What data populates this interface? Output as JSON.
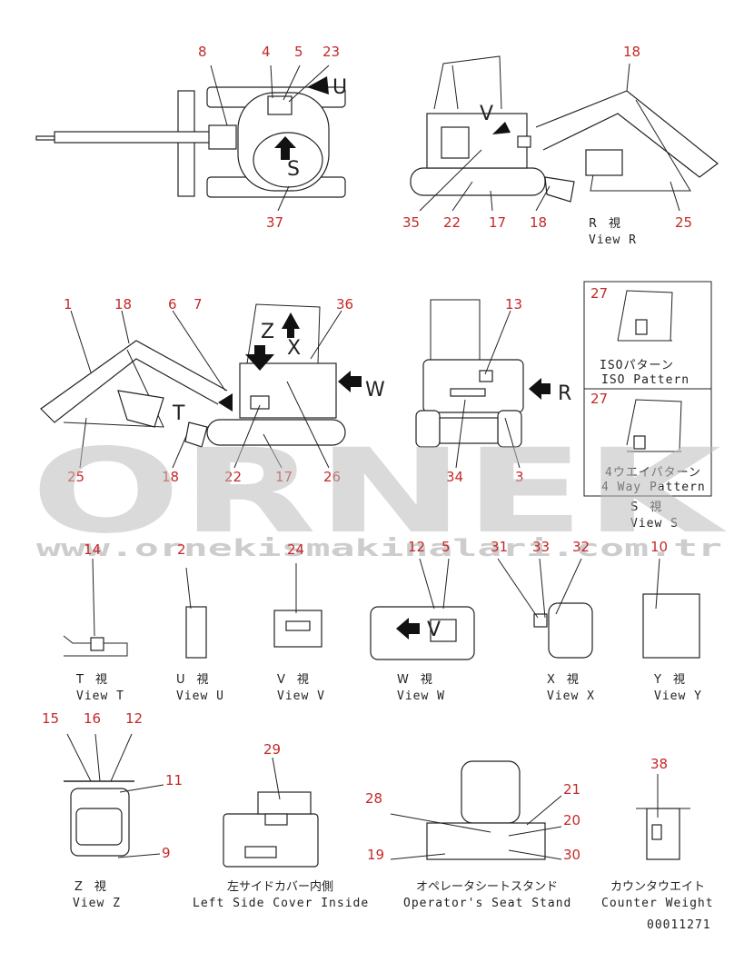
{
  "callouts": {
    "n8": "8",
    "n4": "4",
    "n5a": "5",
    "n23": "23",
    "n37": "37",
    "n18a": "18",
    "n35": "35",
    "n22a": "22",
    "n17a": "17",
    "n18b": "18",
    "n25a": "25",
    "n1": "1",
    "n18c": "18",
    "n6": "6",
    "n7": "7",
    "n36": "36",
    "n25b": "25",
    "n18d": "18",
    "n22b": "22",
    "n17b": "17",
    "n26": "26",
    "n13": "13",
    "n34": "34",
    "n3": "3",
    "n27a": "27",
    "n27b": "27",
    "n14": "14",
    "n2": "2",
    "n24": "24",
    "n12a": "12",
    "n5b": "5",
    "n31": "31",
    "n33": "33",
    "n32": "32",
    "n10": "10",
    "n15": "15",
    "n16": "16",
    "n12b": "12",
    "n11": "11",
    "n9": "9",
    "n29": "29",
    "n28": "28",
    "n21": "21",
    "n20": "20",
    "n19": "19",
    "n30": "30",
    "n38": "38"
  },
  "letters": {
    "U": "U",
    "V1": "V",
    "V2": "V",
    "Z": "Z",
    "X": "X",
    "T": "T",
    "W": "W",
    "R": "R",
    "S": "S"
  },
  "views": {
    "R": {
      "jp": "R　視",
      "en": "View R"
    },
    "T": {
      "jp": "T　視",
      "en": "View T"
    },
    "U": {
      "jp": "U　視",
      "en": "View U"
    },
    "V": {
      "jp": "V　視",
      "en": "View V"
    },
    "W": {
      "jp": "W　視",
      "en": "View W"
    },
    "X": {
      "jp": "X　視",
      "en": "View X"
    },
    "Y": {
      "jp": "Y　視",
      "en": "View Y"
    },
    "Z": {
      "jp": "Z　視",
      "en": "View Z"
    },
    "S": {
      "jp": "S　視",
      "en": "View S"
    }
  },
  "patterns": {
    "iso_jp": "ISOパターン",
    "iso_en": "ISO Pattern",
    "way_jp": "4ウエイパターン",
    "way_en": "4 Way Pattern"
  },
  "captions": {
    "side_cover_jp": "左サイドカバー内側",
    "side_cover_en": "Left Side Cover Inside",
    "seat_jp": "オペレータシートスタンド",
    "seat_en": "Operator's Seat Stand",
    "counter_jp": "カウンタウエイト",
    "counter_en": "Counter Weight"
  },
  "part_code": "00011271",
  "watermark": {
    "brand": "ORNEK",
    "url": "www.ornekismakinalari.com.tr"
  },
  "colors": {
    "callout": "#c62828",
    "line": "#222222",
    "watermark": "#bdbdbd"
  }
}
